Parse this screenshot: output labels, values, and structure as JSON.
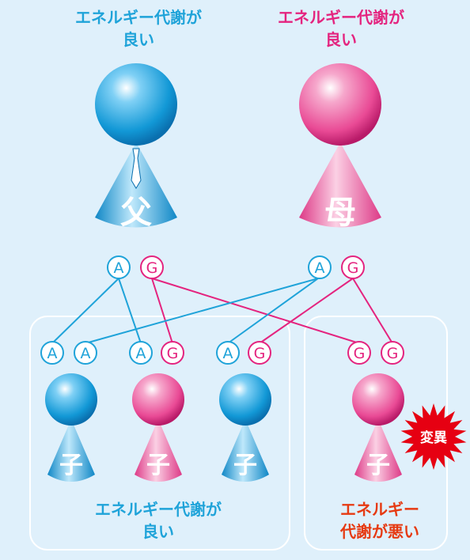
{
  "labels": {
    "father_top": [
      "エネルギー代謝が",
      "良い"
    ],
    "mother_top": [
      "エネルギー代謝が",
      "良い"
    ],
    "children_good": [
      "エネルギー代謝が",
      "良い"
    ],
    "child_bad": [
      "エネルギー",
      "代謝が悪い"
    ]
  },
  "parents": {
    "father": {
      "char": "父",
      "alleles": [
        "A",
        "G"
      ]
    },
    "mother": {
      "char": "母",
      "alleles": [
        "A",
        "G"
      ]
    }
  },
  "children": [
    {
      "char": "子",
      "alleles": [
        "A",
        "A"
      ],
      "color": "blue"
    },
    {
      "char": "子",
      "alleles": [
        "A",
        "G"
      ],
      "color": "pink"
    },
    {
      "char": "子",
      "alleles": [
        "A",
        "G"
      ],
      "color": "blue"
    },
    {
      "char": "子",
      "alleles": [
        "G",
        "G"
      ],
      "color": "pink"
    }
  ],
  "mutation_badge": "変異",
  "colors": {
    "blue": "#1fa3d9",
    "pink": "#e4247f",
    "red": "#e60012",
    "background": "#dff0fb"
  }
}
